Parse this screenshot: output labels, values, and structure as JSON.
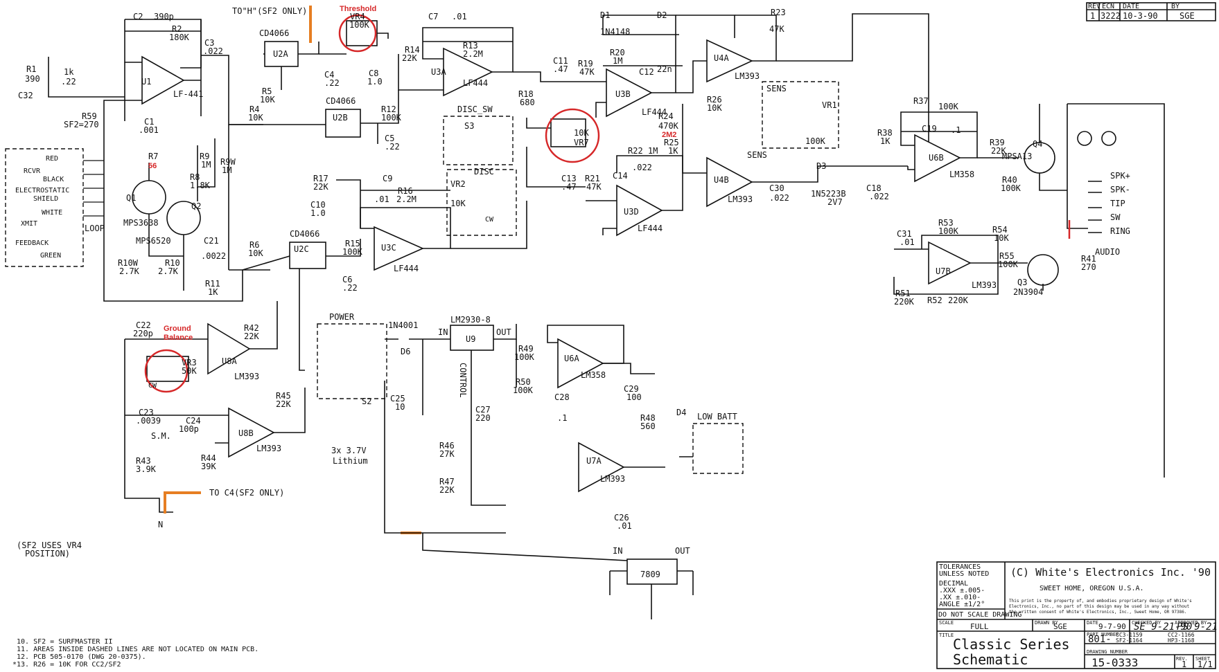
{
  "colors": {
    "ink": "#111111",
    "highlight": "#e67e22",
    "annotation": "#d62728"
  },
  "header": {
    "to_h": "TO\"H\"(SF2 ONLY)"
  },
  "annotations": {
    "threshold": "Threshold",
    "ground": "Ground",
    "balance": "Balance",
    "r7_value": "56",
    "r24_value": "2M2",
    "battery_a": "3x 3.7V",
    "battery_b": "Lithium"
  },
  "parts": {
    "c2": "C2",
    "c2v": "390p",
    "r2": "R2",
    "r2v": "180K",
    "c3": "C3",
    "c3v": ".022",
    "r1": "R1",
    "r1v": "390",
    "c32": "C32",
    "r1k": "1k",
    "c22v": ".22",
    "u1": "U1",
    "u1t": "LF-441",
    "r59": "R59",
    "sf2": "SF2=270",
    "c1": "C1",
    "c1v": ".001",
    "u2a": "U2A",
    "cd4066": "CD4066",
    "r5": "R5",
    "r5v": "10K",
    "c4": "C4",
    "c4v": ".22",
    "vr4": "VR4",
    "vr4v": "100K",
    "r14": "R14",
    "r14v": "22K",
    "c8": "C8",
    "c8v": "1.0",
    "c7": "C7",
    "c7v": ".01",
    "r13": "R13",
    "r13v": "2.2M",
    "u3a": "U3A",
    "u3at": "LF444",
    "r4": "R4",
    "r4v": "10K",
    "u2b": "U2B",
    "r12": "R12",
    "r12v": "100K",
    "c5": "C5",
    "c5v": ".22",
    "r9w": "R9W",
    "r9wv": "1M",
    "r9": "R9",
    "r9v": "1M",
    "r8": "R8",
    "r8v": "1.8K",
    "r7": "R7",
    "q1": "Q1",
    "q1t": "MPS3638",
    "q2": "Q2",
    "q2t": "MPS6520",
    "r10w": "R10W",
    "r10wv": "2.7K",
    "r10": "R10",
    "r10v": "2.7K",
    "c21": "C21",
    "c21v": ".0022",
    "r11": "R11",
    "r11v": "1K",
    "r6": "R6",
    "r6v": "10K",
    "u2c": "U2C",
    "r15": "R15",
    "r15v": "100K",
    "c6": "C6",
    "c6v": ".22",
    "r17": "R17",
    "r17v": "22K",
    "c10": "C10",
    "c10v": "1.0",
    "c9": "C9",
    "c9v": ".01",
    "r16": "R16",
    "r16v": "2.2M",
    "u3c": "U3C",
    "u3ct": "LF444",
    "rcvr": "RCVR",
    "red": "RED",
    "black": "BLACK",
    "es1": "ELECTROSTATIC",
    "es2": "SHIELD",
    "white": "WHITE",
    "xmit": "XMIT",
    "feedback": "FEEDBACK",
    "green": "GREEN",
    "loop": "LOOP",
    "c11": "C11",
    "c11v": ".47",
    "r19": "R19",
    "r19v": "47K",
    "r18": "R18",
    "r18v": "680",
    "disc_sw": "DISC_SW",
    "s3": "S3",
    "vr7v": "10K",
    "vr7": "VR7",
    "disc": "DISC",
    "vr2": "VR2",
    "vr2v": "10K",
    "cw": "CW",
    "d1": "D1",
    "d2": "D2",
    "d1t": "1N4148",
    "r20": "R20",
    "r20v": "1M",
    "c12": "C12",
    "c12v": "22n",
    "u3b": "U3B",
    "u3bt": "LF444",
    "r24": "R24",
    "r24v": "470K",
    "r25": "R25",
    "r25v": "1K",
    "c13": "C13",
    "c13v": ".47",
    "r21": "R21",
    "r21v": "47K",
    "r22": "R22 1M",
    "c14": "C14",
    "c14v": ".022",
    "u3d": "U3D",
    "u3dt": "LF444",
    "r23": "R23",
    "r23v": "47K",
    "u4a": "U4A",
    "u4at": "LM393",
    "r26": "R26",
    "r26v": "10K",
    "sens": "SENS",
    "sensb": "SENS",
    "vr1": "VR1",
    "vr1v": "100K",
    "u4b": "U4B",
    "u4bt": "LM393",
    "c30": "C30",
    "c30v": ".022",
    "d3": "D3",
    "d3t": "1N5223B",
    "d3v": "2V7",
    "c18": "C18",
    "c18v": ".022",
    "r38": "R38",
    "r38v": "1K",
    "r37": "R37",
    "r37v": "100K",
    "c19": "C19",
    "c19v": ".1",
    "u6b": "U6B",
    "u6bt": "LM358",
    "r39": "R39",
    "r39v": "22K",
    "q4": "Q4",
    "q4t": "MPSA13",
    "r40": "R40",
    "r40v": "100K",
    "spkp": "SPK+",
    "spkm": "SPK-",
    "tip": "TIP",
    "sw": "SW",
    "ring": "RING",
    "audio": "AUDIO",
    "c31": "C31",
    "c31v": ".01",
    "r53": "R53",
    "r53v": "100K",
    "r54": "R54",
    "r54v": "10K",
    "u7b": "U7B",
    "u7bt": "LM393",
    "r55": "R55",
    "r55v": "100K",
    "q3": "Q3",
    "q3t": "2N3904",
    "r41": "R41",
    "r41v": "270",
    "r51": "R51",
    "r51v": "220K",
    "r52": "R52",
    "r52v": "220K",
    "c22": "C22",
    "c22p": "220p",
    "vr3": "VR3",
    "vr3v": "50K",
    "u8a": "U8A",
    "u8at": "LM393",
    "r42": "R42",
    "r42v": "22K",
    "c23": "C23",
    "c23v": ".0039",
    "c24": "C24",
    "c24v": "100p",
    "sm": "S.M.",
    "u8b": "U8B",
    "u8bt": "LM393",
    "r45": "R45",
    "r45v": "22K",
    "r43": "R43",
    "r43v": "3.9K",
    "r44": "R44",
    "r44v": "39K",
    "to_c4": "TO C4(SF2 ONLY)",
    "n": "N",
    "sf2_note_a": "(SF2 USES VR4",
    "sf2_note_b": "POSITION)",
    "power": "POWER",
    "s2": "S2",
    "d6t": "1N4001",
    "d6": "D6",
    "lm2930": "LM2930-8",
    "u9": "U9",
    "in": "IN",
    "out": "OUT",
    "control": "CONTROL",
    "c25": "C25",
    "c25v": "10",
    "c27": "C27",
    "c27v": "220",
    "r46": "R46",
    "r46v": "27K",
    "r47": "R47",
    "r47v": "22K",
    "r49": "R49",
    "r49v": "100K",
    "r50": "R50",
    "r50v": "100K",
    "u6a": "U6A",
    "u6at": "LM358",
    "c28": "C28",
    "c28v": ".1",
    "c29": "C29",
    "c29v": "100",
    "u7a": "U7A",
    "u7at": "LM393",
    "c26": "C26",
    "c26v": ".01",
    "r48": "R48",
    "r48v": "560",
    "d4": "D4",
    "lowbatt": "LOW BATT",
    "reg": "7809",
    "reg_in": "IN",
    "reg_out": "OUT"
  },
  "notes": [
    "10. SF2 = SURFMASTER II",
    "11. AREAS INSIDE DASHED LINES ARE NOT LOCATED ON MAIN PCB.",
    "12. PCB 505-0170 (DWG 20-0375).",
    "*13. R26 = 10K FOR CC2/SF2"
  ],
  "revision": {
    "headers": [
      "REV",
      "ECN",
      "DATE",
      "BY"
    ],
    "values": [
      "1",
      "3222",
      "10-3-90",
      "SGE"
    ]
  },
  "title_block": {
    "tolerances": [
      "TOLERANCES",
      "UNLESS NOTED",
      "DECIMAL",
      ".XXX ±.005-",
      ".XX ±.010-",
      "ANGLE ±1/2°"
    ],
    "do_not_scale": "DO NOT SCALE DRAWING",
    "company": "(C) White's Electronics Inc. '90",
    "location": "SWEET HOME, OREGON  U.S.A.",
    "legal": [
      "This print is the property of, and embodies proprietary design of White's",
      "Electronics, Inc., no part of this design may be used in any way without",
      "the written consent of White's Electronics, Inc., Sweet Home, OR 97386."
    ],
    "scale_label": "SCALE",
    "scale": "FULL",
    "drawn_label": "DRAWN BY",
    "drawn": "SGE",
    "date_label": "DATE",
    "date": "9-7-90",
    "checked_label": "CHECKED BY",
    "checked": "SE 9-21-90",
    "approved_label": "APPROVED BY",
    "approved": "PS 9-21-90",
    "part_label": "PART NUMBER",
    "part": "801-",
    "part_codes": [
      "CC3-1159",
      "SF2-1164",
      "CC2-1166",
      "HP3-1168"
    ],
    "title_label": "TITLE",
    "title_a": "Classic Series",
    "title_b": "Schematic",
    "drawing_label": "DRAWING NUMBER",
    "drawing": "15-0333",
    "rev_label": "REV.",
    "rev": "1",
    "sheet_label": "SHEET",
    "sheet": "1/1"
  }
}
